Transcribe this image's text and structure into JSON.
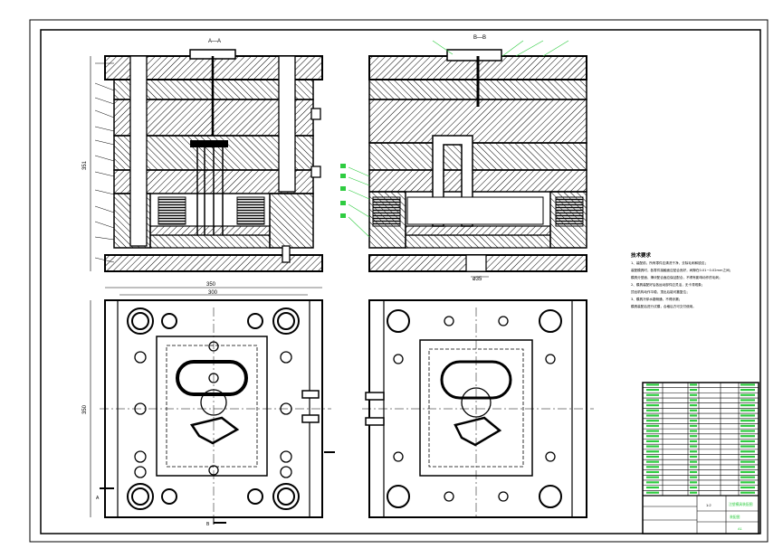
{
  "views": {
    "section_aa": {
      "label": "A—A",
      "dim_height": "351"
    },
    "section_bb": {
      "label": "B—B",
      "dim_bottom": "ø35"
    },
    "plan_left": {
      "dim_top_outer": "350",
      "dim_top_inner": "300",
      "dim_side": "350",
      "cut_label_a": "A",
      "cut_label_b": "B"
    },
    "plan_right": {}
  },
  "notes": {
    "title": "技术要求",
    "lines": [
      "1、装配前，所有零件应清洗干净，去除毛刺和锐边；",
      "装配模具时，各零件接触面应贴合良好，间隙在0.01~0.02mm之间；",
      "模具分型面、滑块配合面应保证配合，不得有影响动作的毛刺；",
      "2、模具装配好后各运动部件应灵活，无卡滞现象；",
      "顶出机构动作平稳，顶出后能可靠复位；",
      "3、模具冷却水路畅通，不得渗漏；",
      "模具装配后进行试模，合格后方可交付使用。"
    ]
  },
  "title_block": {
    "rows": 22,
    "drawing_name": "注塑模具装配图",
    "scale": "1:2",
    "sheet": "A1",
    "material": "装配图"
  },
  "colors": {
    "line": "#000000",
    "annot": "#2ecc40",
    "sheet": "#ffffff"
  }
}
